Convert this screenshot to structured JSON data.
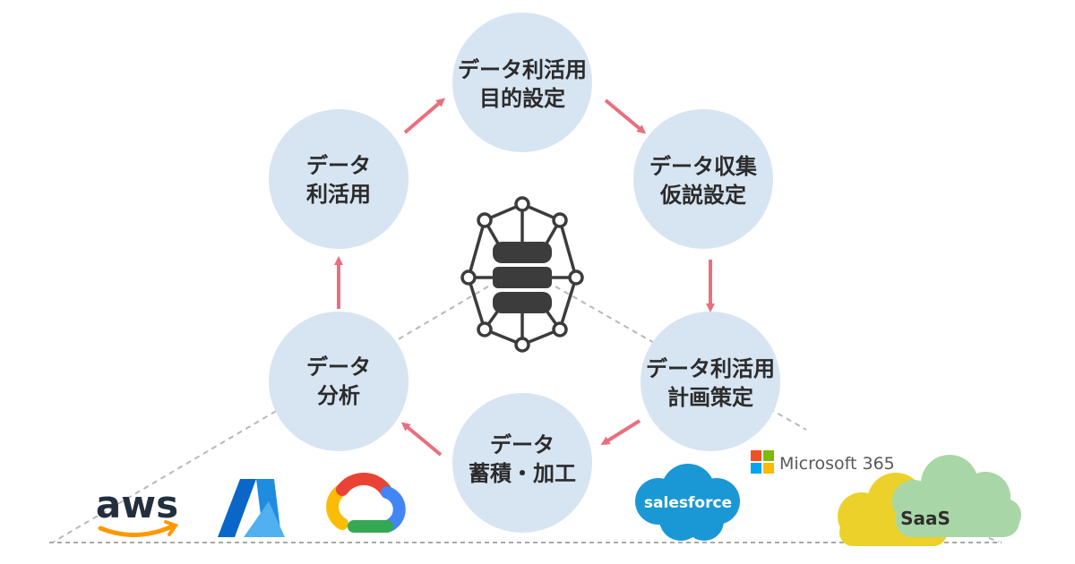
{
  "nodes": {
    "objective": {
      "line1": "データ利活用",
      "line2": "目的設定"
    },
    "collect": {
      "line1": "データ収集",
      "line2": "仮説設定"
    },
    "plan": {
      "line1": "データ利活用",
      "line2": "計画策定"
    },
    "store": {
      "line1": "データ",
      "line2": "蓄積・加工"
    },
    "analyze": {
      "line1": "データ",
      "line2": "分析"
    },
    "utilize": {
      "line1": "データ",
      "line2": "利活用"
    }
  },
  "logos": {
    "aws": "aws",
    "salesforce": "salesforce",
    "microsoft365": "Microsoft 365",
    "saas": "SaaS"
  },
  "colors": {
    "node_fill": "#d7e4f2",
    "arrow": "#e8707e",
    "hub": "#3c3c3c",
    "saas_yellow": "#ebd12a",
    "saas_green": "#a9d6a6",
    "salesforce_blue": "#1a98d5",
    "azure_blue": "#0a67c9"
  },
  "icons": {
    "hub": "database-network-icon",
    "aws": "aws-logo",
    "azure": "azure-logo",
    "google_cloud": "google-cloud-logo",
    "salesforce": "salesforce-logo",
    "microsoft": "microsoft-logo",
    "saas": "saas-cloud-icon"
  }
}
